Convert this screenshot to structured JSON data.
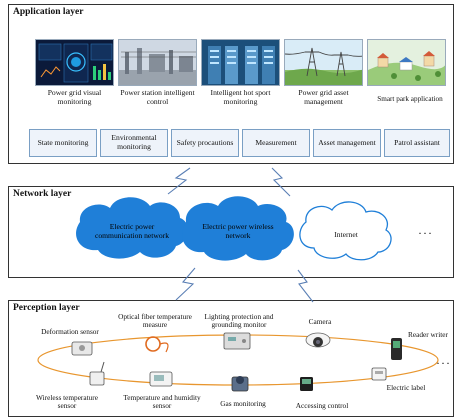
{
  "application_layer": {
    "title": "Application layer",
    "apps": [
      {
        "label": "Power grid visual monitoring",
        "icon": "monitoring-screen-icon"
      },
      {
        "label": "Power station intelligent control",
        "icon": "power-station-icon"
      },
      {
        "label": "Intelligent hot sport monitoring",
        "icon": "server-room-icon"
      },
      {
        "label": "Power grid asset management",
        "icon": "transmission-tower-icon"
      },
      {
        "label": "Smart park application",
        "icon": "smart-park-icon"
      }
    ],
    "functions": [
      "State monitoring",
      "Environmental monitoring",
      "Safety procautions",
      "Measurement",
      "Asset management",
      "Patrol assistant"
    ]
  },
  "network_layer": {
    "title": "Network layer",
    "clouds": [
      "Electric power communication network",
      "Electric power wireless network",
      "Internet"
    ],
    "ellipsis": "···"
  },
  "perception_layer": {
    "title": "Perception layer",
    "devices": {
      "deformation": "Deformation sensor",
      "fiber": "Optical fiber temperature measure",
      "lightning": "Lighting protection and grounding monitor",
      "camera": "Camera",
      "reader": "Reader writer",
      "wireless_temp": "Wireless temperature sensor",
      "temp_humidity": "Temperature and humidity sensor",
      "gas": "Gas monitoring",
      "access": "Accessing control",
      "label": "Electric label"
    },
    "ellipsis": "···"
  },
  "colors": {
    "cloud_blue": "#1f7fd8",
    "ring_orange": "#e8962e",
    "func_border": "#7a9fc4"
  }
}
